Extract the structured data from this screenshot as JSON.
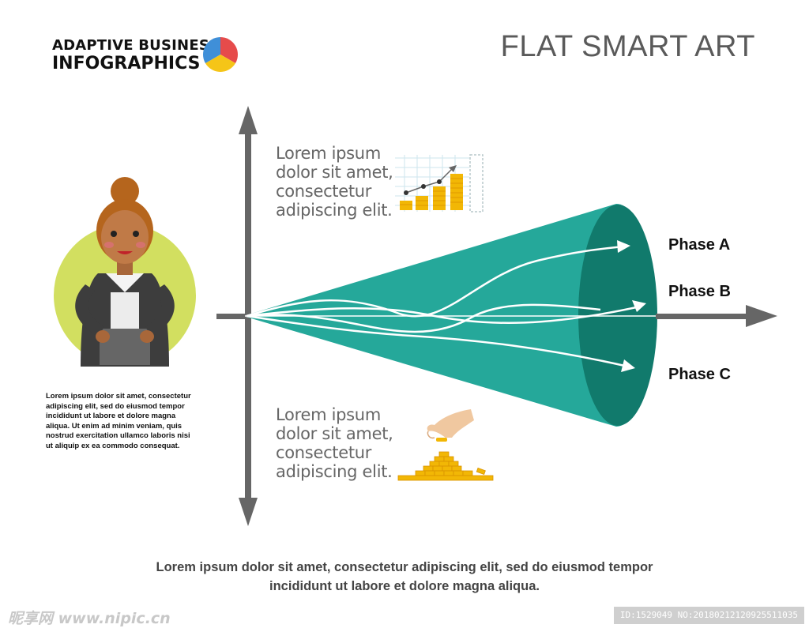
{
  "header": {
    "brand_line1": "ADAPTIVE BUSINESS",
    "brand_line2": "INFOGRAPHICS",
    "title": "FLAT SMART ART"
  },
  "callouts": {
    "top": [
      "Lorem ipsum",
      "dolor sit amet,",
      "consectetur",
      "adipiscing elit."
    ],
    "bottom": [
      "Lorem ipsum",
      "dolor sit amet,",
      "consectetur",
      "adipiscing elit."
    ]
  },
  "side_text": [
    "Lorem ipsum dolor sit amet, consectetur",
    "adipiscing elit, sed do eiusmod tempor",
    "incididunt ut labore et dolore magna",
    "aliqua. Ut enim ad minim veniam, quis",
    "nostrud exercitation ullamco laboris nisi",
    "ut aliquip ex ea commodo consequat."
  ],
  "phases": [
    "Phase A",
    "Phase B",
    "Phase C"
  ],
  "footer": [
    "Lorem ipsum dolor sit amet, consectetur adipiscing elit, sed do eiusmod tempor",
    "incididunt ut labore et dolore magna aliqua."
  ],
  "watermark": {
    "left": "昵享网 www.nipic.cn",
    "right": "ID:1529049 NO:20180212120925511035"
  },
  "icons": [
    "pie-logo-icon",
    "woman-avatar-icon",
    "bar-chart-icon",
    "coins-hand-icon"
  ],
  "colors": {
    "cone": "#25a89a",
    "cone_end": "#117a6c",
    "axis": "#666666",
    "avatar_circle": "#d2df60",
    "coins": "#f2b705",
    "pie_blue": "#3f8fd8",
    "pie_red": "#e64b4b",
    "pie_yellow": "#f5c518"
  }
}
